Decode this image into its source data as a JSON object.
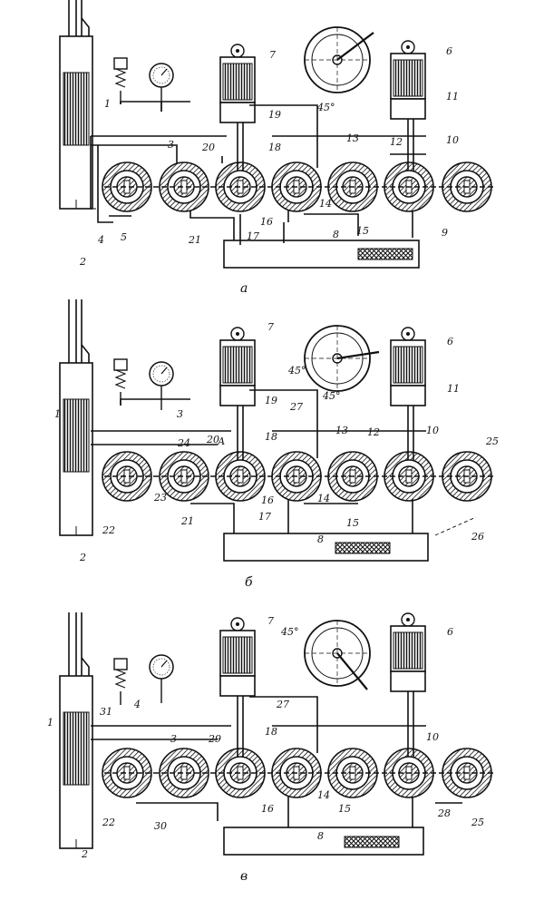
{
  "panels": [
    {
      "caption": "а",
      "labels": [
        "1",
        "2",
        "3",
        "4",
        "5",
        "6",
        "7",
        "8",
        "9",
        "10",
        "11",
        "12",
        "13",
        "14",
        "15",
        "16",
        "17",
        "18",
        "19",
        "20",
        "21"
      ],
      "angle": "45°"
    },
    {
      "caption": "б",
      "labels": [
        "1",
        "2",
        "3",
        "6",
        "7",
        "8",
        "10",
        "11",
        "12",
        "13",
        "14",
        "15",
        "16",
        "17",
        "18",
        "19",
        "20",
        "21",
        "22",
        "23",
        "24",
        "25",
        "26",
        "27"
      ],
      "angles": [
        "45°",
        "45°"
      ],
      "arrow_letter": "А"
    },
    {
      "caption": "в",
      "labels": [
        "1",
        "2",
        "3",
        "4",
        "6",
        "7",
        "8",
        "10",
        "14",
        "15",
        "16",
        "18",
        "22",
        "25",
        "27",
        "28",
        "29",
        "30",
        "31"
      ],
      "angle": "45°"
    }
  ]
}
